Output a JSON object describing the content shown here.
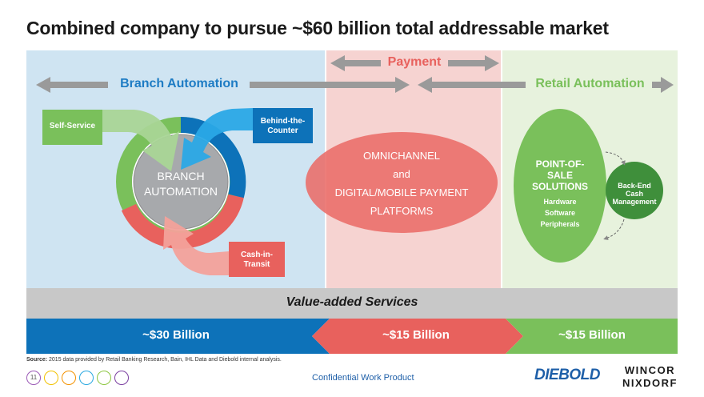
{
  "title": "Combined company to pursue ~$60 billion total addressable market",
  "regions": {
    "branch_automation": "Branch Automation",
    "payment": "Payment",
    "retail_automation": "Retail Automation"
  },
  "branch_cycle": {
    "center_line1": "BRANCH",
    "center_line2": "AUTOMATION",
    "self_service": "Self-Service",
    "behind_counter_line1": "Behind-the-",
    "behind_counter_line2": "Counter",
    "cash_in_transit_line1": "Cash-in-",
    "cash_in_transit_line2": "Transit"
  },
  "payment_platform": {
    "line1": "OMNICHANNEL",
    "line2": "and",
    "line3": "DIGITAL/MOBILE PAYMENT",
    "line4": "PLATFORMS"
  },
  "pos": {
    "line1": "POINT-OF-",
    "line2": "SALE",
    "line3": "SOLUTIONS",
    "line4": "Hardware",
    "line5": "Software",
    "line6": "Peripherals"
  },
  "backend": {
    "line1": "Back-End",
    "line2": "Cash",
    "line3": "Management"
  },
  "services_label": "Value-added Services",
  "markets": [
    {
      "value": "~$30 Billion"
    },
    {
      "value": "~$15 Billion"
    },
    {
      "value": "~$15 Billion"
    }
  ],
  "source_label": "Source:",
  "source_text": "2015 data provided by Retail Banking Research, Bain, IHL Data and Diebold internal analysis.",
  "page_number": "11",
  "confidential": "Confidential Work Product",
  "logo_diebold": "DIEBOLD",
  "logo_wincor_line1": "WINCOR",
  "logo_wincor_line2": "NIXDORF",
  "colors": {
    "blue": "#0d72b9",
    "red": "#e8615d",
    "green": "#7ac05b",
    "gray": "#c8c8c8",
    "title_blue": "#1e7cc4",
    "light_blue_bg": "#cfe4f2",
    "light_red_bg": "#f6d3d1",
    "light_green_bg": "#e7f2dd"
  }
}
